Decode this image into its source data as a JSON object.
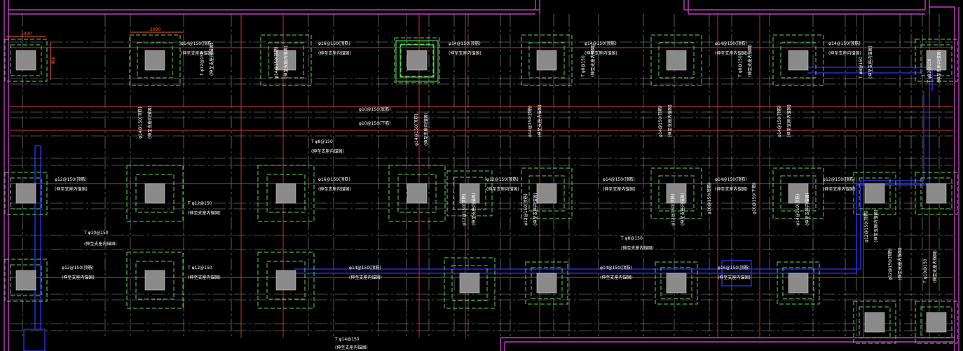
{
  "colors": {
    "background": "#000000",
    "axis_red": "#d23a3a",
    "centerline": "#cfcfcf",
    "cap_green": "#5ad35a",
    "beam_blue": "#2a37ff",
    "wall_magenta": "#c23ac2",
    "column_grey": "#8a8a8a",
    "text_white": "#ffffff",
    "dim_orange": "#ff5a20"
  },
  "dimensions": {
    "top_left": "2400",
    "top_second": "2000",
    "left_vertical": "400"
  },
  "annotations": {
    "rebar_top_a": "φ14@150(顶筋)",
    "rebar_top_b": "φ16@150(顶筋)",
    "rebar_top_c": "φ12@150(顶筋)",
    "rebar_bottom_a": "φ10@150(底筋)",
    "rebar_bottom_b": "φ10@150(下筋)",
    "anchor_note": "(伸至支座内锚固)",
    "anchor_note_short": "(伸至支座内锚固)",
    "t10": "T φ10@150",
    "t12": "T φ12@150",
    "t8": "T φ8@150",
    "t14": "T φ14@150"
  }
}
